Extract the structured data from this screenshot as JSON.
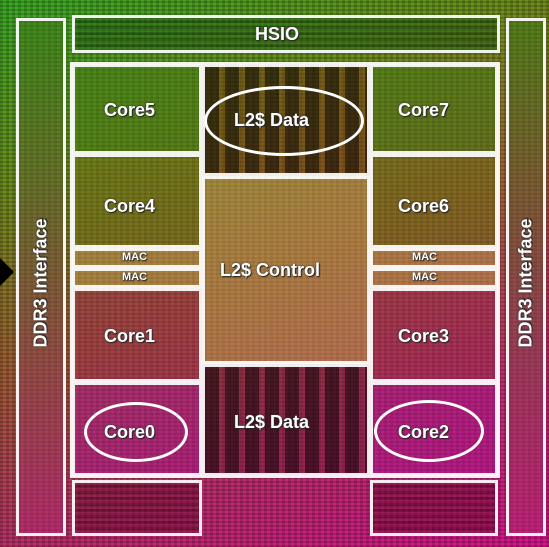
{
  "die": {
    "top_block": "HSIO",
    "left_interface": "DDR3 Interface",
    "right_interface": "DDR3 Interface",
    "l2_data_top": "L2$ Data",
    "l2_control": "L2$ Control",
    "l2_data_bottom": "L2$ Data",
    "cores_left": [
      "Core5",
      "Core4",
      "Core1",
      "Core0"
    ],
    "cores_right": [
      "Core7",
      "Core6",
      "Core3",
      "Core2"
    ],
    "mac_left": [
      "MAC",
      "MAC"
    ],
    "mac_right": [
      "MAC",
      "MAC"
    ]
  }
}
